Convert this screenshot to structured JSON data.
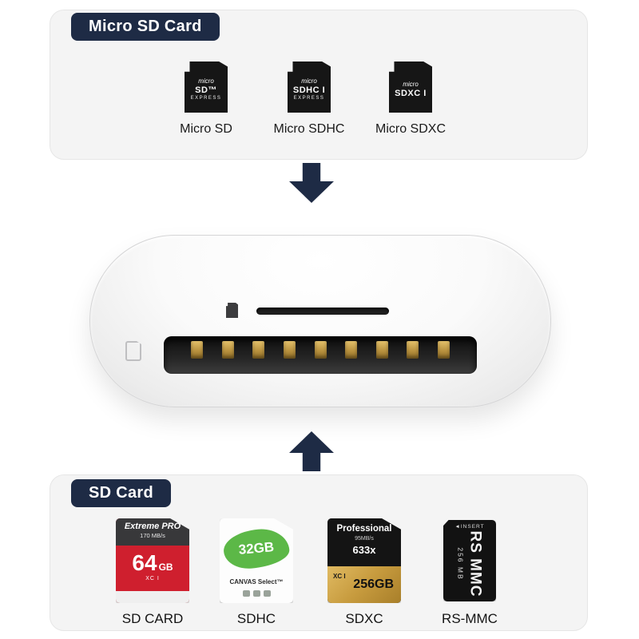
{
  "micro_panel": {
    "title": "Micro SD Card",
    "cards": [
      {
        "label": "Micro SD",
        "logo_top": "micro",
        "logo_mid": "SD™",
        "logo_bottom": "EXPRESS"
      },
      {
        "label": "Micro SDHC",
        "logo_top": "micro",
        "logo_mid": "SDHC I",
        "logo_bottom": "EXPRESS"
      },
      {
        "label": "Micro SDXC",
        "logo_top": "micro",
        "logo_mid": "SDXC I",
        "logo_bottom": ""
      }
    ]
  },
  "sd_panel": {
    "title": "SD Card",
    "cards": [
      {
        "label": "SD CARD",
        "brand": "Extreme PRO",
        "speed": "170 MB/s",
        "capacity": "64",
        "unit": "GB",
        "marks": "XC I"
      },
      {
        "label": "SDHC",
        "brand": "CANVAS Select™",
        "capacity": "32GB"
      },
      {
        "label": "SDXC",
        "brand": "Professional",
        "speed": "95MB/s",
        "rating": "633x",
        "capacity": "256GB",
        "marks": "XC I"
      },
      {
        "label": "RS-MMC",
        "insert": "◄INSERT",
        "brand": "RS MMC",
        "capacity": "256 MB"
      }
    ]
  },
  "colors": {
    "accent_navy": "#1e2b45",
    "panel_gray": "#f4f4f4",
    "card_red": "#cf1f2e",
    "card_green": "#5cb847",
    "card_gold": "#c79b3e"
  }
}
